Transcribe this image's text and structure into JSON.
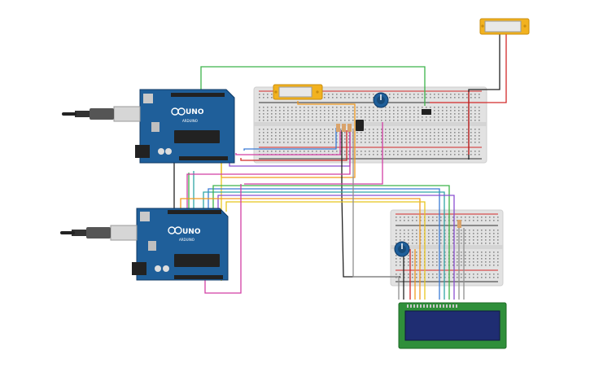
{
  "canvas": {
    "background": "#ffffff"
  },
  "colors": {
    "board": "#1f5f9a",
    "board_dark": "#174a78",
    "breadboard": "#e2e2e2",
    "hole": "#8c8c8c",
    "rail_red": "#d22a2a",
    "rail_black": "#333333",
    "lcd_body": "#2f8f3a",
    "lcd_screen": "#1f2d72",
    "module_yellow": "#f2b21f",
    "module_screen": "#e8e8e8",
    "wire_green": "#3cb34a",
    "wire_orange": "#f29a1f",
    "wire_blue": "#3a7bd5",
    "wire_teal": "#2fa6a6",
    "wire_purple": "#8a4fd1",
    "wire_magenta": "#d23fa5",
    "wire_red": "#d22a2a",
    "wire_black": "#222222",
    "wire_yellow": "#e8c51f",
    "wire_gray": "#8f8f8f"
  },
  "arduino_top": {
    "brand": "UNO",
    "sublabel": "ARDUINO",
    "cable_icon": "usb-cable-icon"
  },
  "arduino_bottom": {
    "brand": "UNO",
    "sublabel": "ARDUINO",
    "cable_icon": "usb-cable-icon"
  },
  "components": {
    "potentiometer_icon": "potentiometer-icon",
    "ic_icon": "ic-chip-icon",
    "resistor_icon": "resistor-icon",
    "lcd_icon": "lcd-16x2-icon",
    "module_icon": "display-module-icon"
  }
}
